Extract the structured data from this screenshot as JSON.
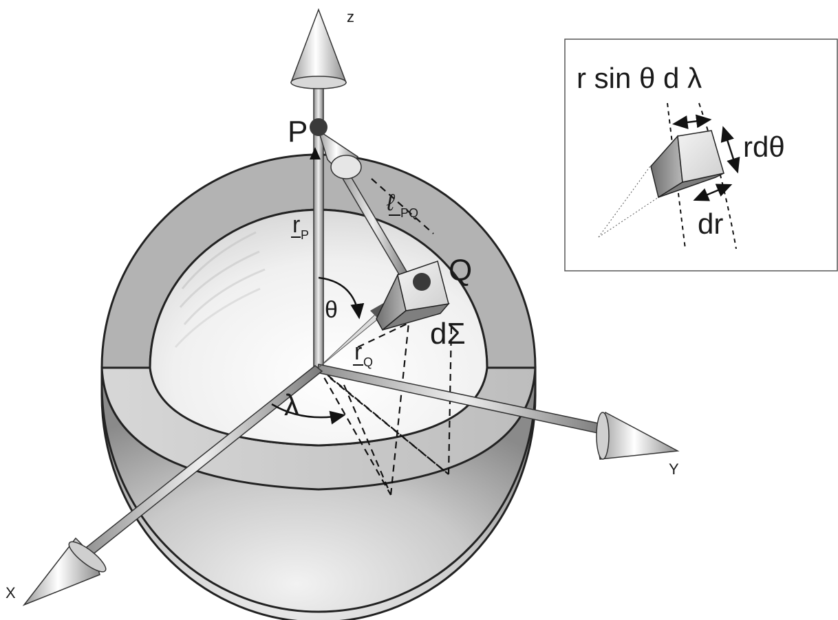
{
  "axes": {
    "z": "z",
    "y": "Y",
    "x": "X"
  },
  "points": {
    "p": "P",
    "q": "Q"
  },
  "labels": {
    "r_p_main": "r",
    "r_p_sub": "P",
    "r_q_main": "r",
    "r_q_sub": "Q",
    "l_pq_main": "ℓ",
    "l_pq_sub": "PQ",
    "theta": "θ",
    "lambda": "λ",
    "d_sigma": "dΣ"
  },
  "inset": {
    "width_label": "r sin θ d λ",
    "height_label": "rdθ",
    "depth_label": "dr"
  }
}
